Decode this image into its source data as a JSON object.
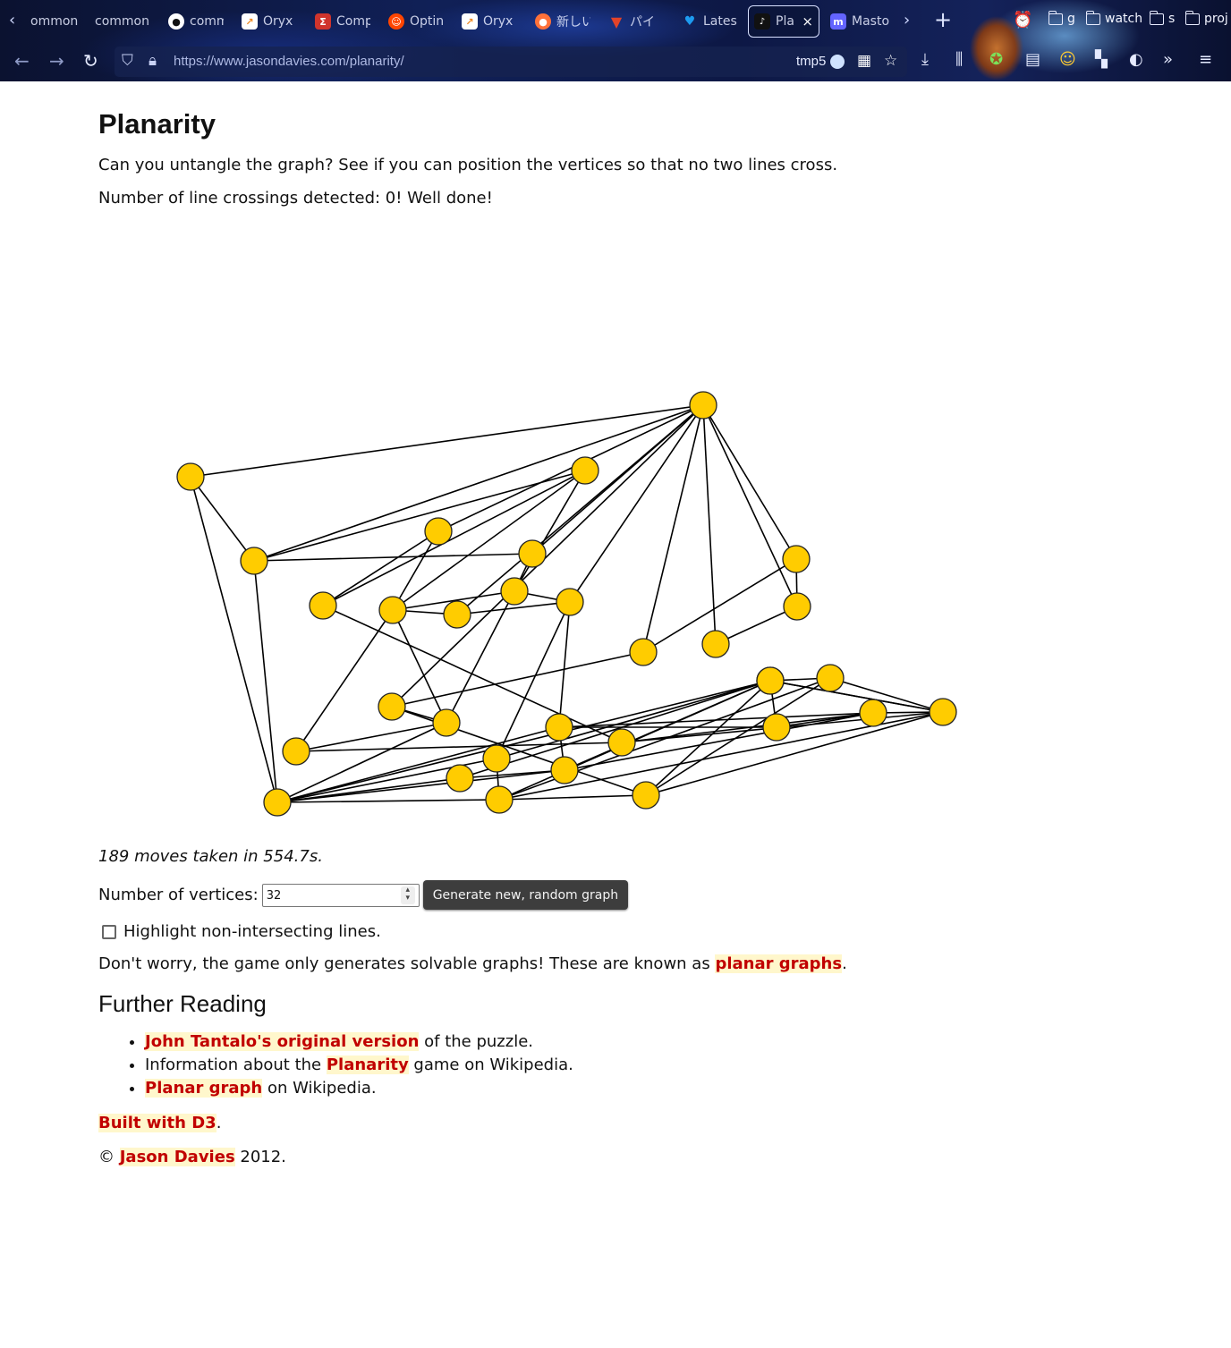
{
  "browser": {
    "tabs": [
      {
        "label": "ommon",
        "icon": "",
        "color": ""
      },
      {
        "label": "common",
        "icon": "",
        "color": ""
      },
      {
        "label": "comm",
        "icon": "github-icon",
        "color": "#222222"
      },
      {
        "label": "Oryx",
        "icon": "oryx-icon",
        "color": "#f08a24"
      },
      {
        "label": "Comp",
        "icon": "sigma-icon",
        "color": "#d0342c"
      },
      {
        "label": "Optin",
        "icon": "reddit-icon",
        "color": "#ff4500"
      },
      {
        "label": "Oryx",
        "icon": "oryx-icon",
        "color": "#f08a24"
      },
      {
        "label": "新しい",
        "icon": "firefox-icon",
        "color": "#ff7139"
      },
      {
        "label": "パイ",
        "icon": "gitlab-icon",
        "color": "#e24329"
      },
      {
        "label": "Latest",
        "icon": "twitter-icon",
        "color": "#1d9bf0"
      },
      {
        "label": "Pla",
        "icon": "planarity-icon",
        "color": "#111111"
      },
      {
        "label": "Masto",
        "icon": "mastodon-icon",
        "color": "#6364ff"
      }
    ],
    "bookmarks": [
      "g",
      "watch",
      "s",
      "proj"
    ],
    "url": "https://www.jasondavies.com/planarity/",
    "container": "tmp5"
  },
  "page": {
    "title": "Planarity",
    "intro": "Can you untangle the graph? See if you can position the vertices so that no two lines cross.",
    "crossings": "Number of line crossings detected: 0! Well done!",
    "stats": "189 moves taken in 554.7s.",
    "vertices_label": "Number of vertices:",
    "vertices_value": "32",
    "generate_button": "Generate new, random graph",
    "highlight_label": "Highlight non-intersecting lines.",
    "note_pre": "Don't worry, the game only generates solvable graphs! These are known as ",
    "note_link": "planar graphs",
    "note_post": ".",
    "further_heading": "Further Reading",
    "reading": [
      {
        "link": "John Tantalo's original version",
        "pre": "",
        "post": " of the puzzle."
      },
      {
        "pre": "Information about the ",
        "link": "Planarity",
        "post": " game on Wikipedia."
      },
      {
        "link": "Planar graph",
        "pre": "",
        "post": " on Wikipedia."
      }
    ],
    "built_link": "Built with D3",
    "built_post": ".",
    "copyright_pre": "© ",
    "copyright_link": "Jason Davies",
    "copyright_post": " 2012."
  },
  "colors": {
    "vertex_fill": "#ffcc00",
    "link": "#c10000",
    "link_bg": "#fff7cc"
  },
  "graph": {
    "vertex_count": 32,
    "crossings": 0,
    "edges": [
      [
        0,
        1
      ],
      [
        0,
        2
      ],
      [
        0,
        3
      ],
      [
        1,
        2
      ],
      [
        1,
        4
      ],
      [
        1,
        6
      ],
      [
        1,
        11
      ],
      [
        1,
        10
      ],
      [
        1,
        14
      ],
      [
        1,
        16
      ],
      [
        1,
        15
      ],
      [
        1,
        12
      ],
      [
        1,
        13
      ],
      [
        2,
        3
      ],
      [
        2,
        5
      ],
      [
        2,
        6
      ],
      [
        4,
        8
      ],
      [
        4,
        9
      ],
      [
        5,
        8
      ],
      [
        5,
        7
      ],
      [
        5,
        9
      ],
      [
        6,
        7
      ],
      [
        7,
        9
      ],
      [
        7,
        11
      ],
      [
        7,
        17
      ],
      [
        8,
        20
      ],
      [
        9,
        10
      ],
      [
        9,
        18
      ],
      [
        9,
        17
      ],
      [
        10,
        11
      ],
      [
        11,
        21
      ],
      [
        11,
        23
      ],
      [
        12,
        13
      ],
      [
        12,
        15
      ],
      [
        13,
        14
      ],
      [
        15,
        16
      ],
      [
        16,
        17
      ],
      [
        16,
        19
      ],
      [
        18,
        20
      ],
      [
        18,
        17
      ],
      [
        3,
        17
      ],
      [
        3,
        22
      ],
      [
        3,
        26
      ],
      [
        3,
        25
      ],
      [
        3,
        24
      ],
      [
        3,
        23
      ],
      [
        3,
        21
      ],
      [
        19,
        27
      ],
      [
        19,
        28
      ],
      [
        19,
        31
      ],
      [
        19,
        24
      ],
      [
        20,
        29
      ],
      [
        20,
        31
      ],
      [
        21,
        25
      ],
      [
        21,
        30
      ],
      [
        21,
        29
      ],
      [
        22,
        25
      ],
      [
        22,
        26
      ],
      [
        23,
        26
      ],
      [
        23,
        24
      ],
      [
        24,
        31
      ],
      [
        24,
        27
      ],
      [
        24,
        28
      ],
      [
        25,
        26
      ],
      [
        25,
        29
      ],
      [
        26,
        30
      ],
      [
        26,
        31
      ],
      [
        27,
        28
      ],
      [
        27,
        31
      ],
      [
        28,
        31
      ],
      [
        29,
        30
      ],
      [
        29,
        31
      ]
    ]
  }
}
